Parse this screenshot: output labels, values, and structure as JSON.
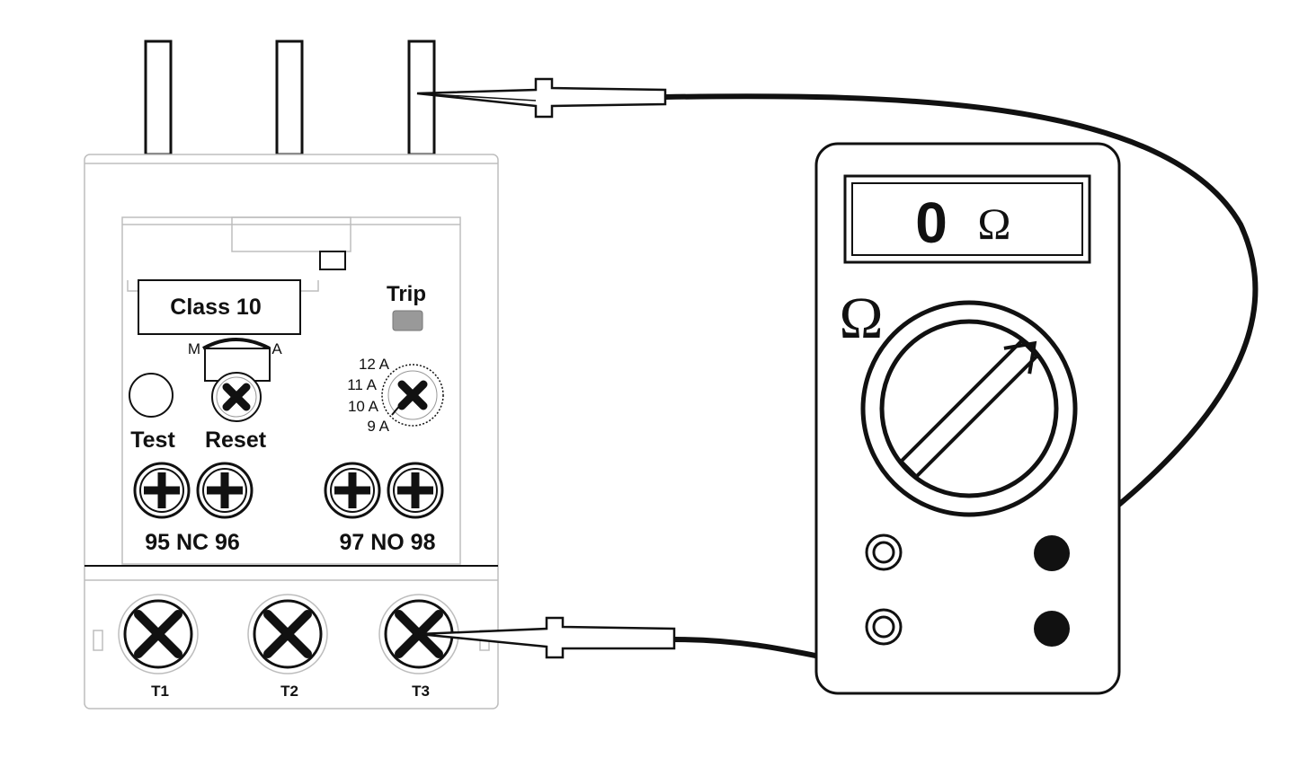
{
  "relay": {
    "class_label": "Class 10",
    "trip_label": "Trip",
    "mode_manual": "M",
    "mode_auto": "A",
    "test_label": "Test",
    "reset_label": "Reset",
    "current_settings": [
      "12 A",
      "11 A",
      "10 A",
      "9 A"
    ],
    "nc_contact_label": "95 NC 96",
    "no_contact_label": "97 NO 98",
    "terminals": [
      "T1",
      "T2",
      "T3"
    ]
  },
  "meter": {
    "display_value": "0",
    "display_unit": "Ω",
    "dial_mode_symbol": "Ω"
  }
}
